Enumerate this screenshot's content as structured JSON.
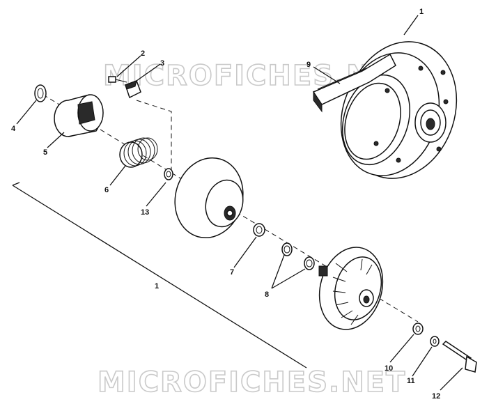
{
  "watermark": {
    "top": "MICROFICHES.NET",
    "bottom": "MICROFICHES.NET"
  },
  "callouts": {
    "c1_top": "1",
    "c1_bottom": "1",
    "c2": "2",
    "c3": "3",
    "c4": "4",
    "c5": "5",
    "c6": "6",
    "c7": "7",
    "c8": "8",
    "c9": "9",
    "c10": "10",
    "c11": "11",
    "c12": "12",
    "c13": "13"
  }
}
